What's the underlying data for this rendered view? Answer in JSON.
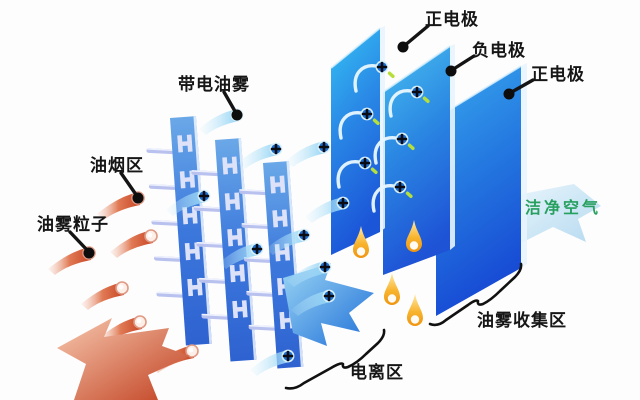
{
  "diagram": {
    "labels": {
      "positive_electrode_top": "正电极",
      "negative_electrode": "负电极",
      "positive_electrode_right": "正电极",
      "charged_oil_mist": "带电油雾",
      "oil_smoke_zone": "油烟区",
      "oil_mist_particles": "油雾粒子",
      "clean_air": "洁净空气",
      "ionization_zone": "电离区",
      "oil_mist_collection_zone": "油雾收集区"
    },
    "colors": {
      "collection_plate_top": "#38c0f2",
      "collection_plate_bottom": "#1a50d6",
      "ionizer_strip": "#3c78dc",
      "electrode_pin": "#b9c2ee",
      "h_element": "#dde2f8",
      "charged_particle_tail": "#a6dcf6",
      "charged_particle_core": "#1e6fce",
      "oil_particle": "#d85a34",
      "oil_droplet": "#f59d1b",
      "inlet_arrow": "#c84526",
      "mid_arrow": "#1f7ce2",
      "clean_air_arrow": "#c3e2f4",
      "clean_air_text": "#27a05f",
      "label_text": "#161616"
    }
  }
}
